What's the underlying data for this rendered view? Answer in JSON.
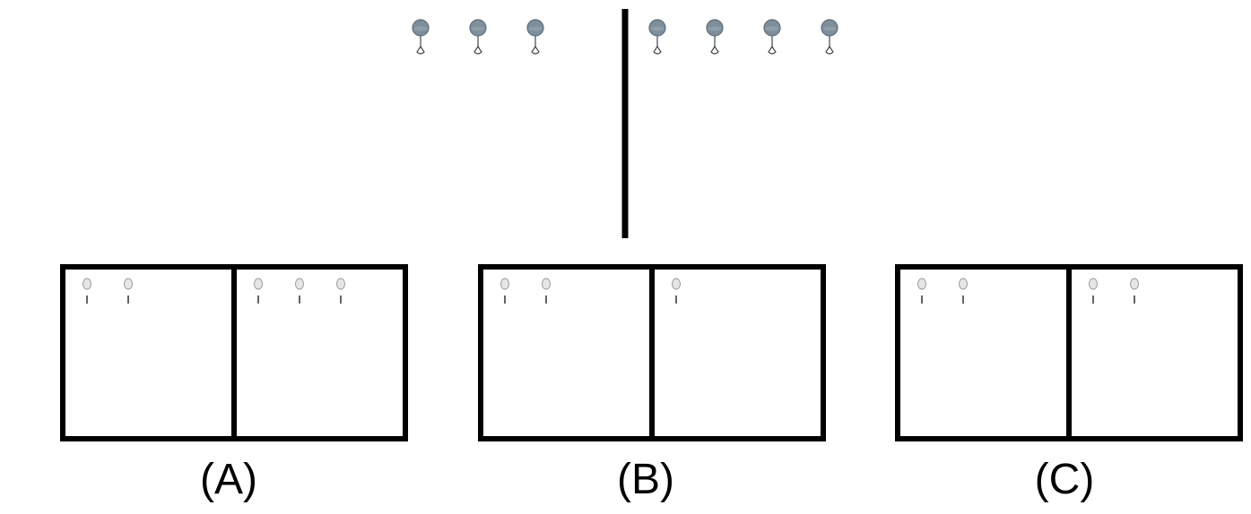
{
  "question_figure": {
    "divider": true,
    "left_pins": 3,
    "right_pins": 4,
    "pin_style": "large-grey-blue-pushpin"
  },
  "options": [
    {
      "label": "(A)",
      "left_pins": 2,
      "right_pins": 3
    },
    {
      "label": "(B)",
      "left_pins": 2,
      "right_pins": 1
    },
    {
      "label": "(C)",
      "left_pins": 2,
      "right_pins": 2
    }
  ],
  "colors": {
    "big_pin_head": "#7e8f9b",
    "big_pin_outline": "#5f6f7a",
    "small_pin_head": "#e6e6e6",
    "small_pin_outline": "#9a9a9a",
    "frame": "#000000"
  }
}
